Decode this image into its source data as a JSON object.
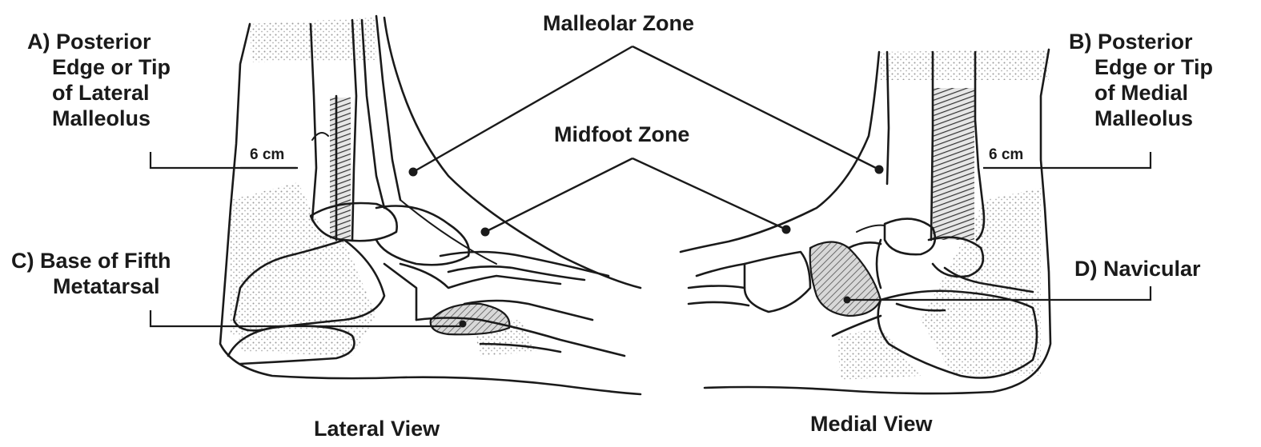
{
  "labels": {
    "malleolar_zone": "Malleolar Zone",
    "midfoot_zone": "Midfoot Zone",
    "a_line1": "A) Posterior",
    "a_line2": "Edge or Tip",
    "a_line3": "of Lateral",
    "a_line4": "Malleolus",
    "b_line1": "B) Posterior",
    "b_line2": "Edge or Tip",
    "b_line3": "of Medial",
    "b_line4": "Malleolus",
    "c_line1": "C) Base of Fifth",
    "c_line2": "Metatarsal",
    "d_label": "D) Navicular",
    "lateral_measure": "6 cm",
    "medial_measure": "6 cm",
    "lateral_view": "Lateral View",
    "medial_view": "Medial View"
  },
  "colors": {
    "ink": "#1a1a1a",
    "stipple": "#c8c8c8",
    "hatch": "#555555",
    "background": "#ffffff"
  }
}
